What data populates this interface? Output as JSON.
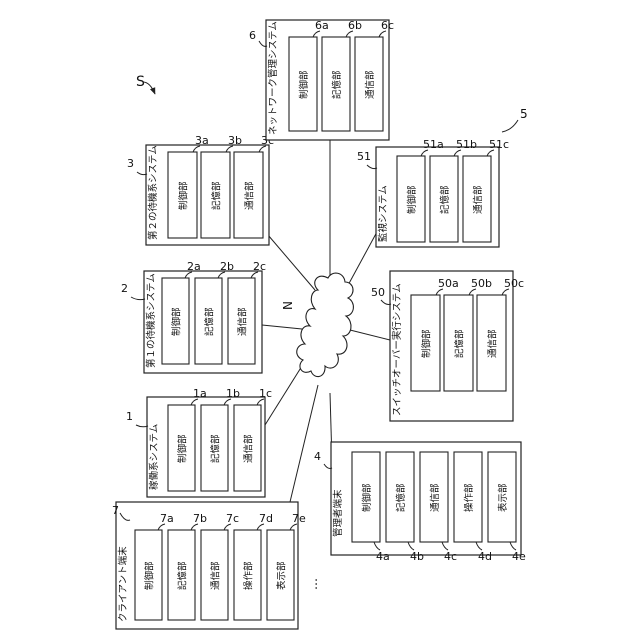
{
  "figure_label": "S",
  "network_label": "N",
  "ellipsis": "…",
  "systems": [
    {
      "key": "op",
      "num": "1",
      "name": "稼働系システム",
      "units": [
        {
          "ref": "1a",
          "label": "制御部"
        },
        {
          "ref": "1b",
          "label": "記憶部"
        },
        {
          "ref": "1c",
          "label": "通信部"
        }
      ]
    },
    {
      "key": "sb1",
      "num": "2",
      "name": "第１の待機系システム",
      "units": [
        {
          "ref": "2a",
          "label": "制御部"
        },
        {
          "ref": "2b",
          "label": "記憶部"
        },
        {
          "ref": "2c",
          "label": "通信部"
        }
      ]
    },
    {
      "key": "sb2",
      "num": "3",
      "name": "第２の待機系システム",
      "units": [
        {
          "ref": "3a",
          "label": "制御部"
        },
        {
          "ref": "3b",
          "label": "記憶部"
        },
        {
          "ref": "3c",
          "label": "通信部"
        }
      ]
    },
    {
      "key": "netmgmt",
      "num": "6",
      "name": "ネットワーク管理システム",
      "units": [
        {
          "ref": "6a",
          "label": "制御部"
        },
        {
          "ref": "6b",
          "label": "記憶部"
        },
        {
          "ref": "6c",
          "label": "通信部"
        }
      ]
    },
    {
      "key": "monitor",
      "num": "51",
      "name": "監視システム",
      "units": [
        {
          "ref": "51a",
          "label": "制御部"
        },
        {
          "ref": "51b",
          "label": "記憶部"
        },
        {
          "ref": "51c",
          "label": "通信部"
        }
      ]
    },
    {
      "key": "switchover",
      "num": "50",
      "name": "スイッチオーバー実行システム",
      "units": [
        {
          "ref": "50a",
          "label": "制御部"
        },
        {
          "ref": "50b",
          "label": "記憶部"
        },
        {
          "ref": "50c",
          "label": "通信部"
        }
      ]
    },
    {
      "key": "admin",
      "num": "4",
      "name": "管理者端末",
      "units": [
        {
          "ref": "4a",
          "label": "制御部"
        },
        {
          "ref": "4b",
          "label": "記憶部"
        },
        {
          "ref": "4c",
          "label": "通信部"
        },
        {
          "ref": "4d",
          "label": "操作部"
        },
        {
          "ref": "4e",
          "label": "表示部"
        }
      ]
    },
    {
      "key": "client",
      "num": "7",
      "name": "クライアント端末",
      "units": [
        {
          "ref": "7a",
          "label": "制御部"
        },
        {
          "ref": "7b",
          "label": "記憶部"
        },
        {
          "ref": "7c",
          "label": "通信部"
        },
        {
          "ref": "7d",
          "label": "操作部"
        },
        {
          "ref": "7e",
          "label": "表示部"
        }
      ]
    }
  ],
  "group_label": "5"
}
